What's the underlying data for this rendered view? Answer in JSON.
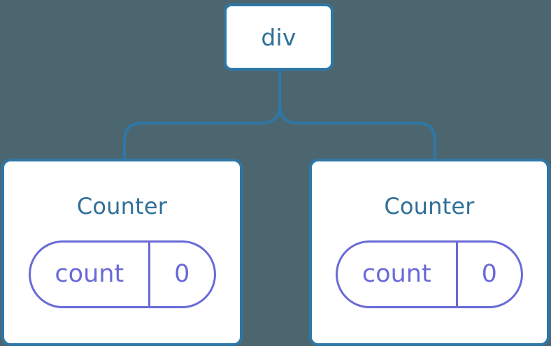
{
  "diagram": {
    "title": "React component tree with div root and two Counter children",
    "background_color": "#4c6670",
    "node_border_color": "#2e77a6",
    "node_fill_color": "#ffffff",
    "label_color": "#2f7099",
    "state_color": "#6a6ad8",
    "connector_color": "#2e77a6"
  },
  "root": {
    "label": "div"
  },
  "children": [
    {
      "label": "Counter",
      "state": {
        "key": "count",
        "value": "0"
      }
    },
    {
      "label": "Counter",
      "state": {
        "key": "count",
        "value": "0"
      }
    }
  ]
}
